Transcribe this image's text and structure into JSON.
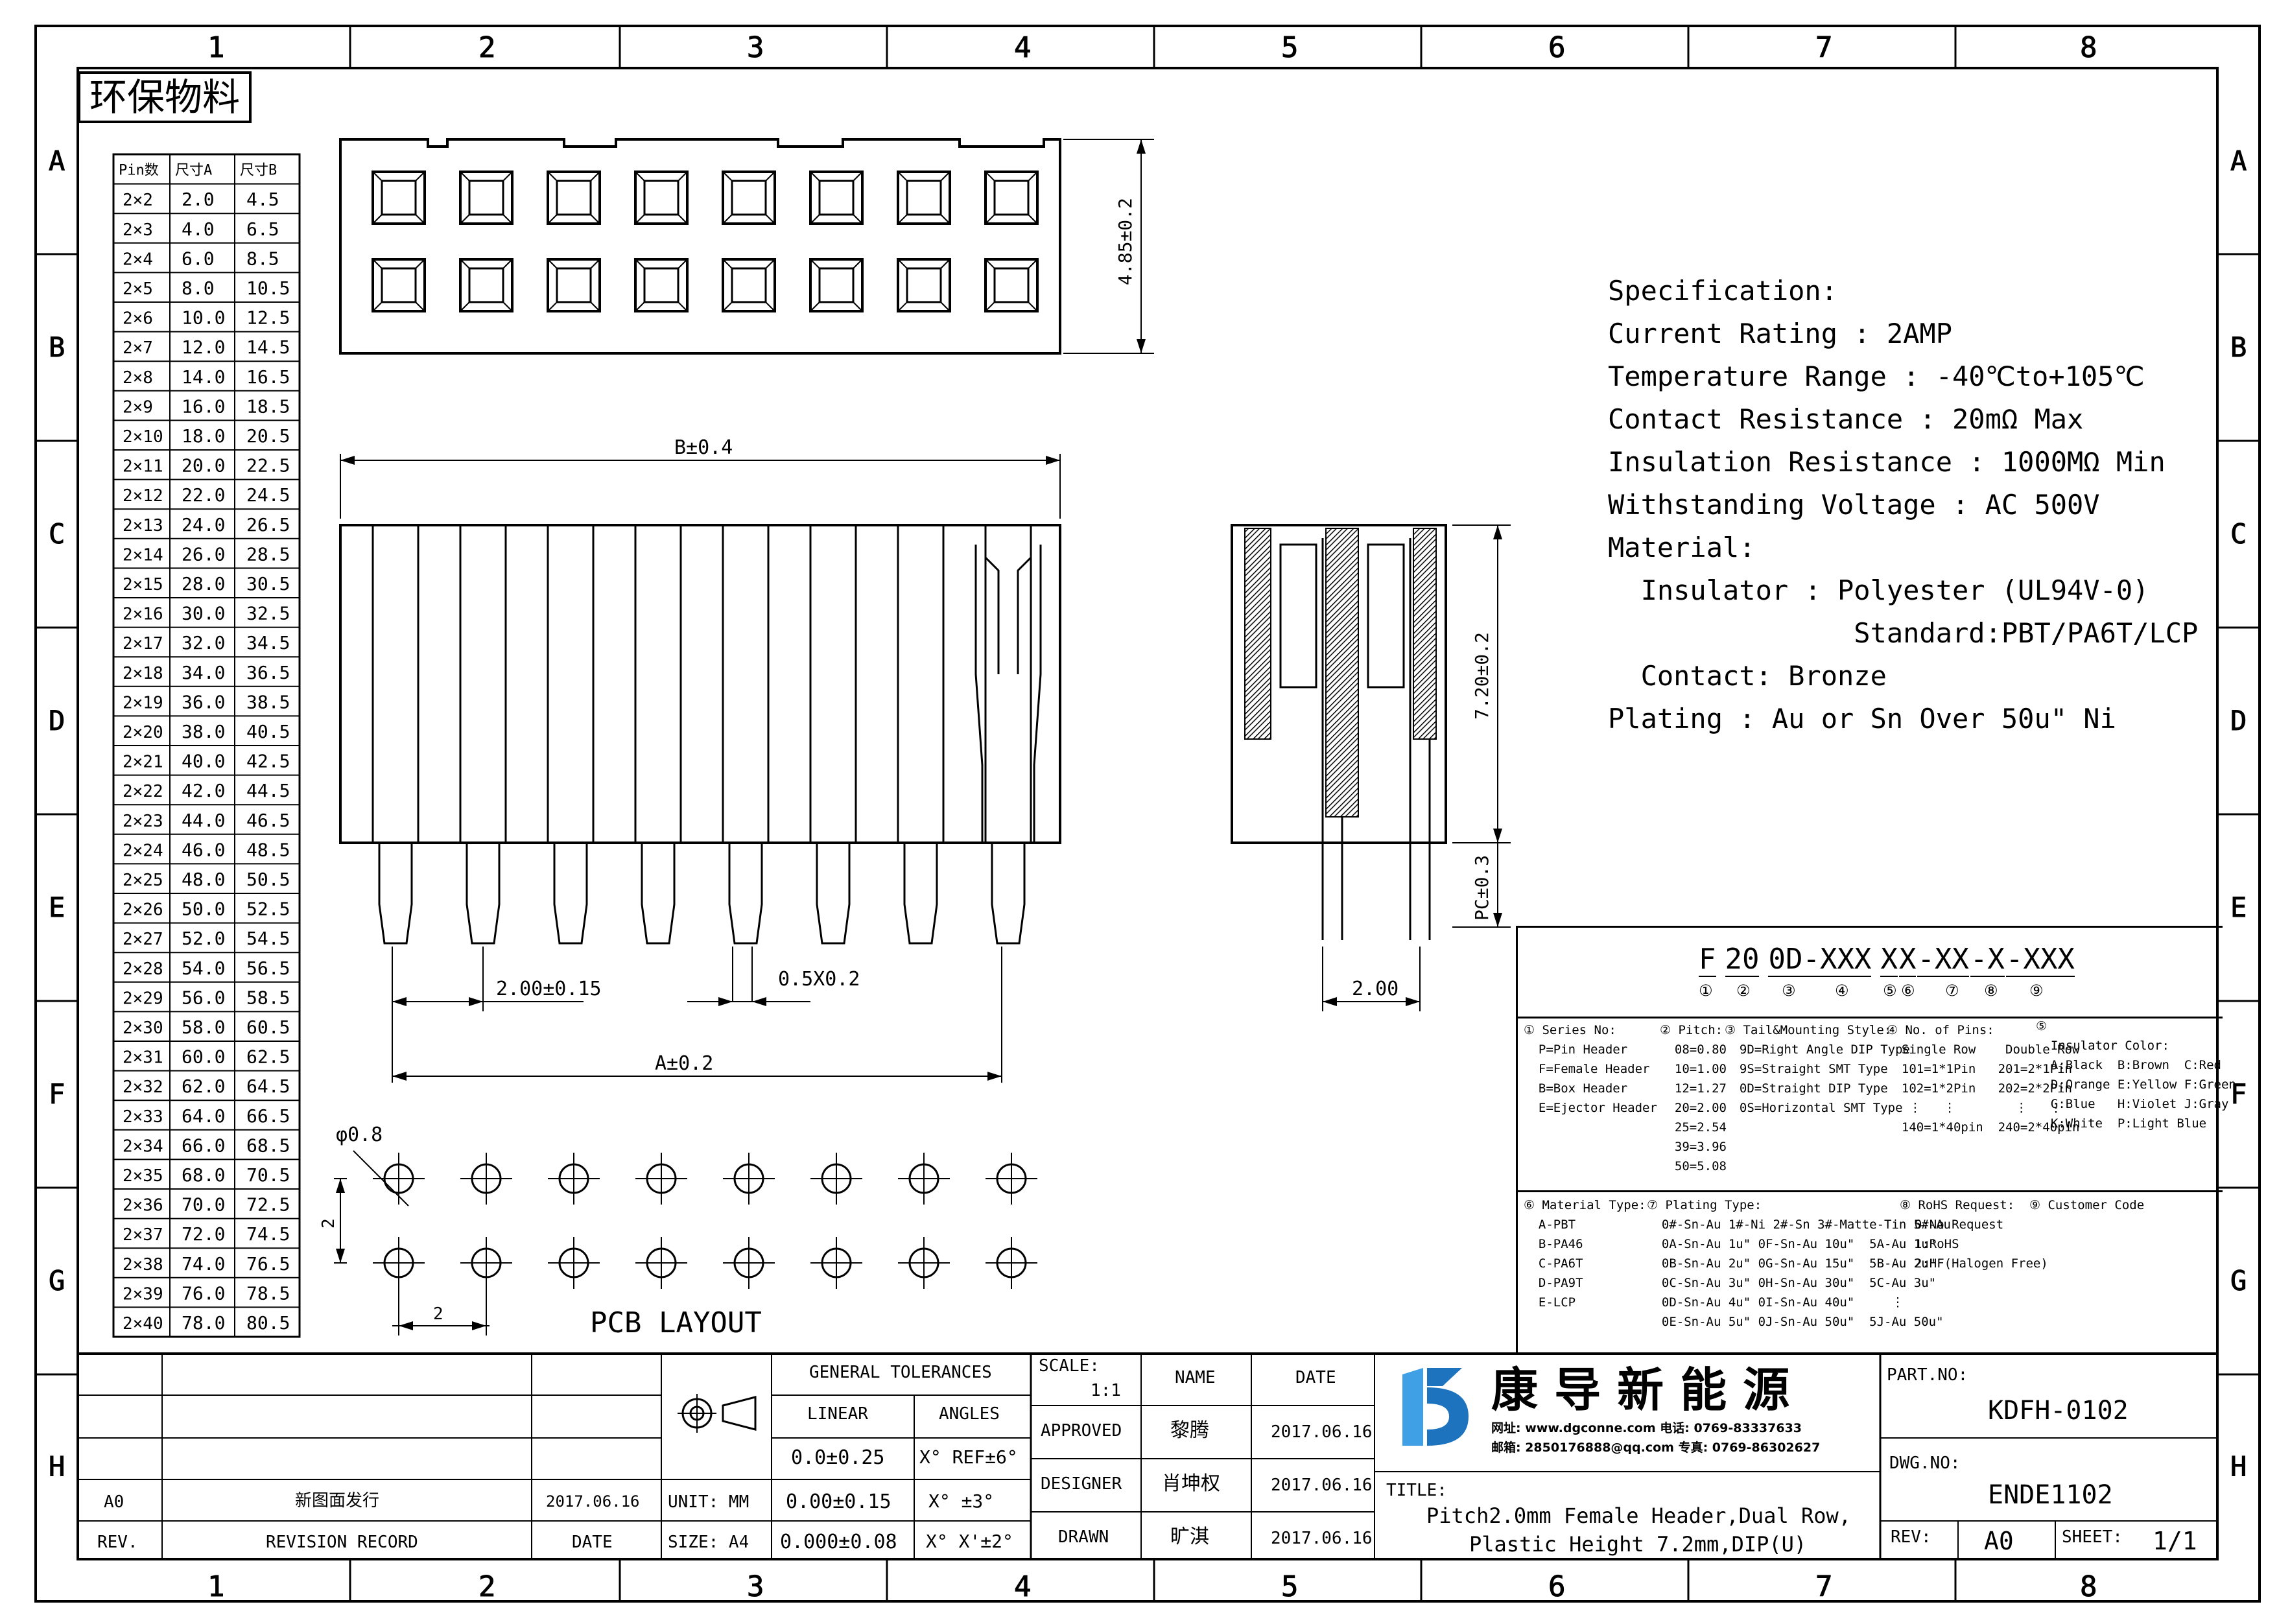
{
  "border": {
    "columns": [
      "1",
      "2",
      "3",
      "4",
      "5",
      "6",
      "7",
      "8"
    ],
    "rows": [
      "A",
      "B",
      "C",
      "D",
      "E",
      "F",
      "G",
      "H"
    ]
  },
  "stamp": "环保物料",
  "dim_table": {
    "headers": [
      "Pin数",
      "尺寸A",
      "尺寸B"
    ],
    "rows": [
      [
        "2×2",
        "2.0",
        "4.5"
      ],
      [
        "2×3",
        "4.0",
        "6.5"
      ],
      [
        "2×4",
        "6.0",
        "8.5"
      ],
      [
        "2×5",
        "8.0",
        "10.5"
      ],
      [
        "2×6",
        "10.0",
        "12.5"
      ],
      [
        "2×7",
        "12.0",
        "14.5"
      ],
      [
        "2×8",
        "14.0",
        "16.5"
      ],
      [
        "2×9",
        "16.0",
        "18.5"
      ],
      [
        "2×10",
        "18.0",
        "20.5"
      ],
      [
        "2×11",
        "20.0",
        "22.5"
      ],
      [
        "2×12",
        "22.0",
        "24.5"
      ],
      [
        "2×13",
        "24.0",
        "26.5"
      ],
      [
        "2×14",
        "26.0",
        "28.5"
      ],
      [
        "2×15",
        "28.0",
        "30.5"
      ],
      [
        "2×16",
        "30.0",
        "32.5"
      ],
      [
        "2×17",
        "32.0",
        "34.5"
      ],
      [
        "2×18",
        "34.0",
        "36.5"
      ],
      [
        "2×19",
        "36.0",
        "38.5"
      ],
      [
        "2×20",
        "38.0",
        "40.5"
      ],
      [
        "2×21",
        "40.0",
        "42.5"
      ],
      [
        "2×22",
        "42.0",
        "44.5"
      ],
      [
        "2×23",
        "44.0",
        "46.5"
      ],
      [
        "2×24",
        "46.0",
        "48.5"
      ],
      [
        "2×25",
        "48.0",
        "50.5"
      ],
      [
        "2×26",
        "50.0",
        "52.5"
      ],
      [
        "2×27",
        "52.0",
        "54.5"
      ],
      [
        "2×28",
        "54.0",
        "56.5"
      ],
      [
        "2×29",
        "56.0",
        "58.5"
      ],
      [
        "2×30",
        "58.0",
        "60.5"
      ],
      [
        "2×31",
        "60.0",
        "62.5"
      ],
      [
        "2×32",
        "62.0",
        "64.5"
      ],
      [
        "2×33",
        "64.0",
        "66.5"
      ],
      [
        "2×34",
        "66.0",
        "68.5"
      ],
      [
        "2×35",
        "68.0",
        "70.5"
      ],
      [
        "2×36",
        "70.0",
        "72.5"
      ],
      [
        "2×37",
        "72.0",
        "74.5"
      ],
      [
        "2×38",
        "74.0",
        "76.5"
      ],
      [
        "2×39",
        "76.0",
        "78.5"
      ],
      [
        "2×40",
        "78.0",
        "80.5"
      ]
    ]
  },
  "dimensions": {
    "top_height": "4.85±0.2",
    "b_width": "B±0.4",
    "pitch": "2.00±0.15",
    "pin_width": "0.5X0.2",
    "a_width": "A±0.2",
    "side_height": "7.20±0.2",
    "pc": "PC±0.3",
    "side_pitch": "2.00",
    "hole_dia": "φ0.8",
    "pcb_pitch_v": "2",
    "pcb_pitch_h": "2",
    "pcb_label": "PCB LAYOUT"
  },
  "specification": [
    "Specification:",
    "Current Rating : 2AMP",
    "Temperature Range : -40℃to+105℃",
    "Contact Resistance : 20mΩ Max",
    "Insulation Resistance : 1000MΩ Min",
    "Withstanding Voltage : AC 500V",
    "Material:",
    "  Insulator : Polyester (UL94V-0)",
    "               Standard:PBT/PA6T/LCP",
    "  Contact: Bronze",
    "Plating : Au or Sn Over 50u\" Ni"
  ],
  "part_code": {
    "segments": [
      "F",
      "20",
      "0D-XXX",
      "X",
      "X",
      "-XX",
      "-X",
      "-XXX"
    ],
    "numbers": [
      "①",
      "②",
      "③",
      "④",
      "⑤",
      "⑥",
      "⑦",
      "⑧",
      "⑨"
    ]
  },
  "legend": {
    "series": "① Series No:\n  P=Pin Header\n  F=Female Header\n  B=Box Header\n  E=Ejector Header",
    "pitch": "② Pitch:\n  08=0.80\n  10=1.00\n  12=1.27\n  20=2.00\n  25=2.54\n  39=3.96\n  50=5.08",
    "tail": "③ Tail&Mounting Style:\n  9D=Right Angle DIP Type\n  9S=Straight SMT Type\n  0D=Straight DIP Type\n  0S=Horizontal SMT Type",
    "pins": "④ No. of Pins:\n  Single Row    Double Row\n  101=1*1Pin   201=2*1Pin\n  102=1*2Pin   202=2*2Pin\n   ⋮   ⋮        ⋮   ⋮\n  140=1*40pin  240=2*40pin",
    "insulator": "⑤\n  Insulator Color:\n  A:Black  B:Brown  C:Red\n  D:Orange E:Yellow F:Green\n  G:Blue   H:Violet J:Gray\n  K:White  P:Light Blue",
    "material": "⑥ Material Type:\n  A-PBT\n  B-PA46\n  C-PA6T\n  D-PA9T\n  E-LCP",
    "plating": "⑦ Plating Type:\n  0#-Sn-Au 1#-Ni 2#-Sn 3#-Matte-Tin 5#-Au\n  0A-Sn-Au 1u\" 0F-Sn-Au 10u\"  5A-Au 1u\"\n  0B-Sn-Au 2u\" 0G-Sn-Au 15u\"  5B-Au 2u\"\n  0C-Sn-Au 3u\" 0H-Sn-Au 30u\"  5C-Au 3u\"\n  0D-Sn-Au 4u\" 0I-Sn-Au 40u\"     ⋮\n  0E-Sn-Au 5u\" 0J-Sn-Au 50u\"  5J-Au 50u\"",
    "rohs": "⑧ RoHS Request:\n  0:No Request\n  1:RoHS\n  2:HF(Halogen Free)",
    "customer": "⑨ Customer Code"
  },
  "title_block": {
    "rev_row": {
      "rev": "A0",
      "record": "新图面发行",
      "date": "2017.06.16"
    },
    "rev_header": {
      "rev": "REV.",
      "record": "REVISION RECORD",
      "date": "DATE"
    },
    "unit_label": "UNIT: MM",
    "size_label": "SIZE: A4",
    "tolerances_title": "GENERAL TOLERANCES",
    "linear_label": "LINEAR",
    "angles_label": "ANGLES",
    "linear": [
      "0.0±0.25",
      "0.00±0.15",
      "0.000±0.08"
    ],
    "angles": [
      "X° REF±6°",
      "X° ±3°",
      "X° X'±2°"
    ],
    "scale_label": "SCALE:",
    "scale_value": "1:1",
    "name_header": "NAME",
    "date_header": "DATE",
    "approved": {
      "label": "APPROVED",
      "name": "黎腾",
      "date": "2017.06.16"
    },
    "designer": {
      "label": "DESIGNER",
      "name": "肖坤权",
      "date": "2017.06.16"
    },
    "drawn": {
      "label": "DRAWN",
      "name": "旷淇",
      "date": "2017.06.16"
    },
    "company": "康 导 新 能 源",
    "web_line": "网址: www.dgconne.com   电话: 0769-83337633",
    "mail_line": "邮箱: 2850176888@qq.com  专真: 0769-86302627",
    "title_label": "TITLE:",
    "title_1": "Pitch2.0mm Female Header,Dual Row,",
    "title_2": "Plastic Height 7.2mm,DIP(U)",
    "part_label": "PART.NO:",
    "part_no": "KDFH-0102",
    "dwg_label": "DWG.NO:",
    "dwg_no": "ENDE1102",
    "rev_label": "REV:",
    "rev_value": "A0",
    "sheet_label": "SHEET:",
    "sheet_value": "1/1"
  },
  "colors": {
    "logo_blue": "#1e73be",
    "logo_light": "#3fa0e6",
    "hatch": "#000000"
  }
}
